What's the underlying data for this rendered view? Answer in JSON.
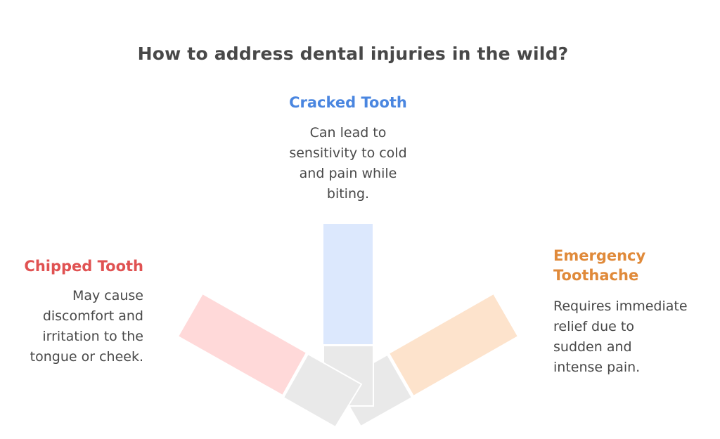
{
  "title": "How to address dental injuries in the wild?",
  "colors": {
    "text": "#484848",
    "cracked_heading": "#4a86e0",
    "chipped_heading": "#e05252",
    "emergency_heading": "#e08a3a",
    "cracked_fill": "#dce8fd",
    "chipped_fill": "#ffd9d9",
    "emergency_fill": "#fde3cc",
    "base_fill": "#e9e9e9"
  },
  "branches": {
    "cracked": {
      "heading": "Cracked Tooth",
      "description_lines": [
        "Can lead to",
        "sensitivity to cold",
        "and pain while",
        "biting."
      ]
    },
    "chipped": {
      "heading": "Chipped Tooth",
      "description_lines": [
        "May cause",
        "discomfort and",
        "irritation to the",
        "tongue or cheek."
      ]
    },
    "emergency": {
      "heading_lines": [
        "Emergency",
        "Toothache"
      ],
      "description_lines": [
        "Requires immediate",
        "relief due to",
        "sudden and",
        "intense pain."
      ]
    }
  }
}
